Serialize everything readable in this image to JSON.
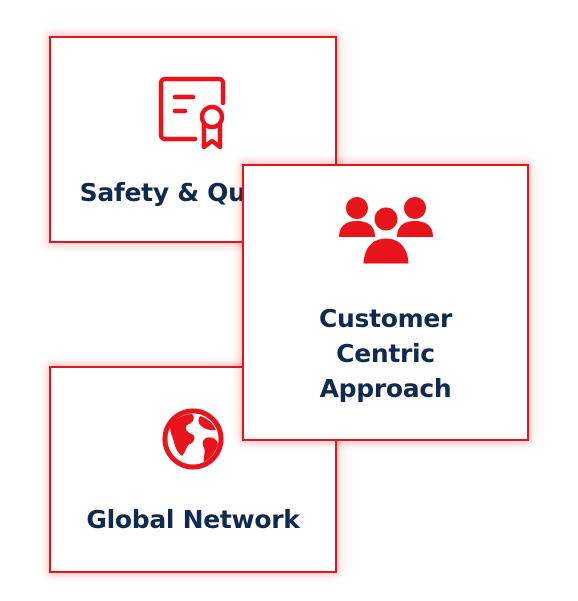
{
  "colors": {
    "accent": "#e8141b",
    "title": "#0f2a4e"
  },
  "cards": [
    {
      "title": "Safety & Quality",
      "icon": "certificate-icon"
    },
    {
      "title": "Customer Centric Approach",
      "icon": "users-group-icon"
    },
    {
      "title": "Global Network",
      "icon": "globe-icon"
    }
  ]
}
